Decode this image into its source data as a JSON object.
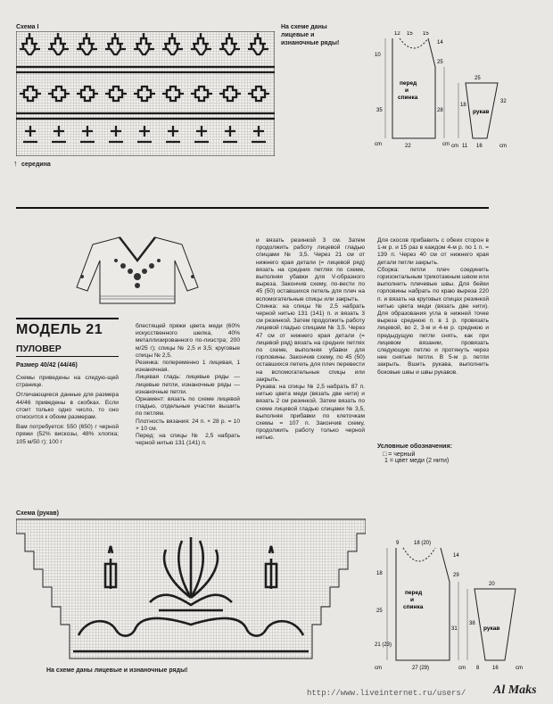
{
  "top_chart": {
    "label": "Схема I",
    "note_lines": [
      "На схеме даны",
      "лицевые и",
      "изнаночные ряды!"
    ],
    "center_marker": "↑",
    "center_label": "середина"
  },
  "top_pattern_diagram": {
    "labels": {
      "front_back": [
        "перед",
        "и",
        "спинка"
      ],
      "sleeve": "рукав"
    },
    "measures": [
      "12",
      "15",
      "15",
      "14",
      "25",
      "10",
      "35",
      "28",
      "18",
      "32",
      "cm",
      "cm",
      "22",
      "25",
      "11",
      "16",
      "cm",
      "cm"
    ]
  },
  "model": {
    "title": "МОДЕЛЬ 21",
    "subtitle": "ПУЛОВЕР",
    "size": "Размер 40/42 (44/46)"
  },
  "columns": {
    "col1": [
      "Схемы приведены на следую-щей странице.",
      "Отличающиеся данные для размера 44/46 приведены в скобках. Если стоит только одно число, то оно относится к обоим размерам.",
      "Вам потребуется: 550 (650) г черной пряжи (52% вискозы, 48% хлопка; 105 м/50 г); 100 г"
    ],
    "col2": [
      "блестящей пряжи цвета меди (60% искусственного шелка, 40% металлизированного по-лиэстра; 200 м/25 г); спицы № 2,5 и 3,5; круговые спицы № 2,5.",
      "Резинка: попеременно 1 лицевая, 1 изнаночная.",
      "Лицевая гладь: лицевые ряды — лицевые петли, изнаночные ряды — изнаночные петли.",
      "Орнамент: вязать по схеме лицевой гладью, отдельные участки вышить по петлям.",
      "Плотность вязания: 24 п. × 28 р. = 10 × 10 см.",
      "Перед: на спицы № 2,5 набрать черной нитью 131 (141) п."
    ],
    "col3": [
      "и вязать резинкой 3 см. Затем продолжить работу лицевой гладью спицами № 3,5. Через 21 см от нижнего края детали (= лицевой ряд) вязать на средних петлях по схеме, выполняя убавки для V-образного выреза. Закончив схему, по-вести по 45 (50) оставшихся петель для плеч на вспомогательные спицы или закрыть.",
      "Спинка: на спицы № 2,5 набрать черной нитью 131 (141) п. и вязать 3 см резинкой. Затем продолжить работу лицевой гладью спицами № 3,5. Через 47 см от нижнего края детали (= лицевой ряд) вязать на средних петлях по схеме, выполняя убавки для горловины. Закончив схему, по 45 (50) оставшихся петель для плеч перевести на вспомогательные спицы или закрыть.",
      "Рукава: на спицы № 2,5 набрать 87 п. нитью цвета меди (вязать две нити) и вязать 2 см резинкой. Затем вязать по схеме лицевой гладью спицами № 3,5, выполняя прибавки по клеточкам схемы = 107 п. Закончив схему, продолжить работу только черной нитью."
    ],
    "col4": [
      "Для скосов прибавить с обеих сторон в 1-м р. и 15 раз в каждом 4-м р. по 1 п. = 139 п. Через 40 см от нижнего края детали петли закрыть.",
      "Сборка: петли плеч соединить горизонтальным трикотажным швом или выполнить плечевые швы. Для бейки горловины набрать по краю выреза 220 п. и вязать на круговых спицах резинкой нитью цвета меди (вязать две нити). Для образования угла в нижней точке выреза среднюю п. в 1 р. провязать лицевой, во 2, 3-м и 4-м р. среднюю и предыдущую петли снять, как при лицевом вязании, провязать следующую петлю и протянуть через нее снятые петли. В 5-м р. петли закрыть. Вшить рукава, выполнить боковые швы и швы рукавов."
    ]
  },
  "legend": {
    "title": "Условные обозначения:",
    "items": [
      {
        "symbol": "□",
        "text": "= черный"
      },
      {
        "symbol": "1",
        "text": "= цвет меди (2 нити)"
      }
    ]
  },
  "sleeve_chart": {
    "label": "Схема (рукав)",
    "note": "На схеме даны лицевые и изнаночные ряды!"
  },
  "bottom_pattern_diagram": {
    "labels": {
      "front_back": [
        "перед",
        "и",
        "спинка"
      ],
      "sleeve": "рукав"
    },
    "measures": [
      "9",
      "18 (20)",
      "14",
      "29",
      "18",
      "25",
      "31",
      "38",
      "21 (23)",
      "cm",
      "27 (29)",
      "20",
      "16",
      "8",
      "cm",
      "cm"
    ]
  },
  "watermark": "http://www.liveinternet.ru/users/",
  "signature": "Al Maks"
}
